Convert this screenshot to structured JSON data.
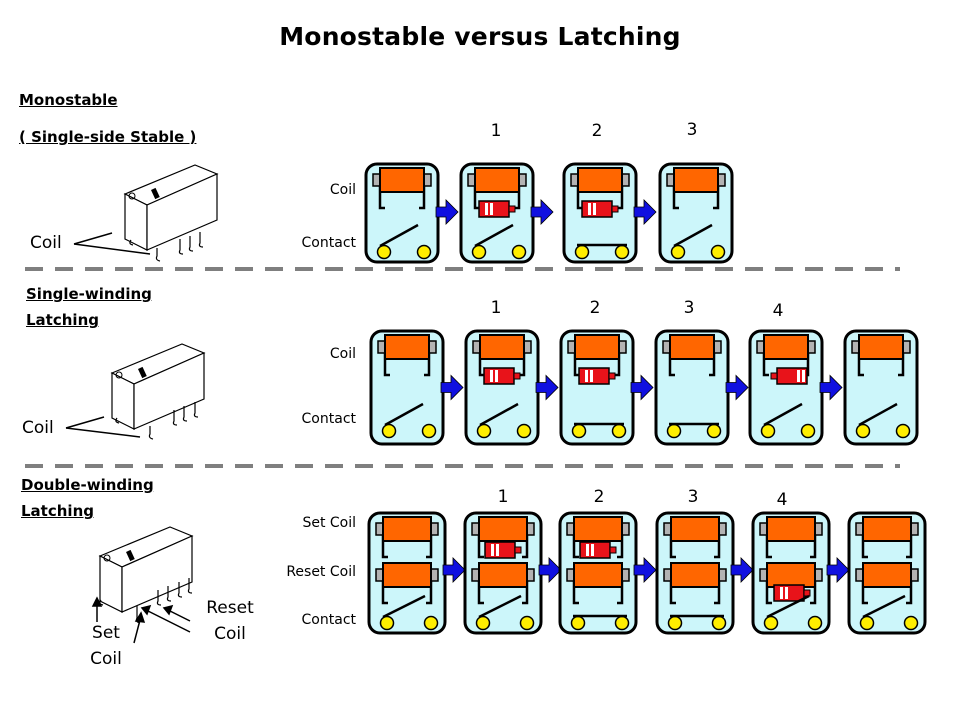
{
  "title": "Monostable versus Latching",
  "colors": {
    "box_fill": "#ccf6fa",
    "coil": "#ff6600",
    "armature": "#e8131a",
    "arrow": "#1010e0",
    "contact": "#ffee00",
    "divider": "#7f7f7f",
    "end_cap": "#b3b3b3"
  },
  "sections": [
    {
      "id": "monostable",
      "heading_lines": [
        "Monostable",
        "( Single-side Stable )"
      ],
      "device_labels": [
        "Coil"
      ],
      "row_labels": [
        "Coil",
        "Contact"
      ],
      "step_labels": [
        "1",
        "2",
        "3"
      ],
      "states": [
        {
          "armature": "none",
          "contact": "open"
        },
        {
          "armature": "attracted",
          "contact": "open"
        },
        {
          "armature": "attracted",
          "contact": "closed"
        },
        {
          "armature": "none",
          "contact": "open"
        }
      ]
    },
    {
      "id": "single-winding",
      "heading_lines": [
        "Single-winding",
        "Latching"
      ],
      "device_labels": [
        "Coil"
      ],
      "row_labels": [
        "Coil",
        "Contact"
      ],
      "step_labels": [
        "1",
        "2",
        "3",
        "4"
      ],
      "states": [
        {
          "armature": "none",
          "contact": "open"
        },
        {
          "armature": "attracted",
          "contact": "open"
        },
        {
          "armature": "attracted",
          "contact": "closed"
        },
        {
          "armature": "none",
          "contact": "closed"
        },
        {
          "armature": "reversed",
          "contact": "open"
        },
        {
          "armature": "none",
          "contact": "open"
        }
      ]
    },
    {
      "id": "double-winding",
      "heading_lines": [
        "Double-winding",
        "Latching"
      ],
      "device_labels": [
        "Set Coil",
        "Reset Coil"
      ],
      "row_labels": [
        "Set Coil",
        "Reset Coil",
        "Contact"
      ],
      "step_labels": [
        "1",
        "2",
        "3",
        "4"
      ],
      "states": [
        {
          "armature": "none",
          "contact": "open"
        },
        {
          "armature": "set",
          "contact": "open"
        },
        {
          "armature": "set",
          "contact": "closed"
        },
        {
          "armature": "none",
          "contact": "closed"
        },
        {
          "armature": "reset",
          "contact": "open"
        },
        {
          "armature": "none",
          "contact": "open"
        }
      ]
    }
  ]
}
